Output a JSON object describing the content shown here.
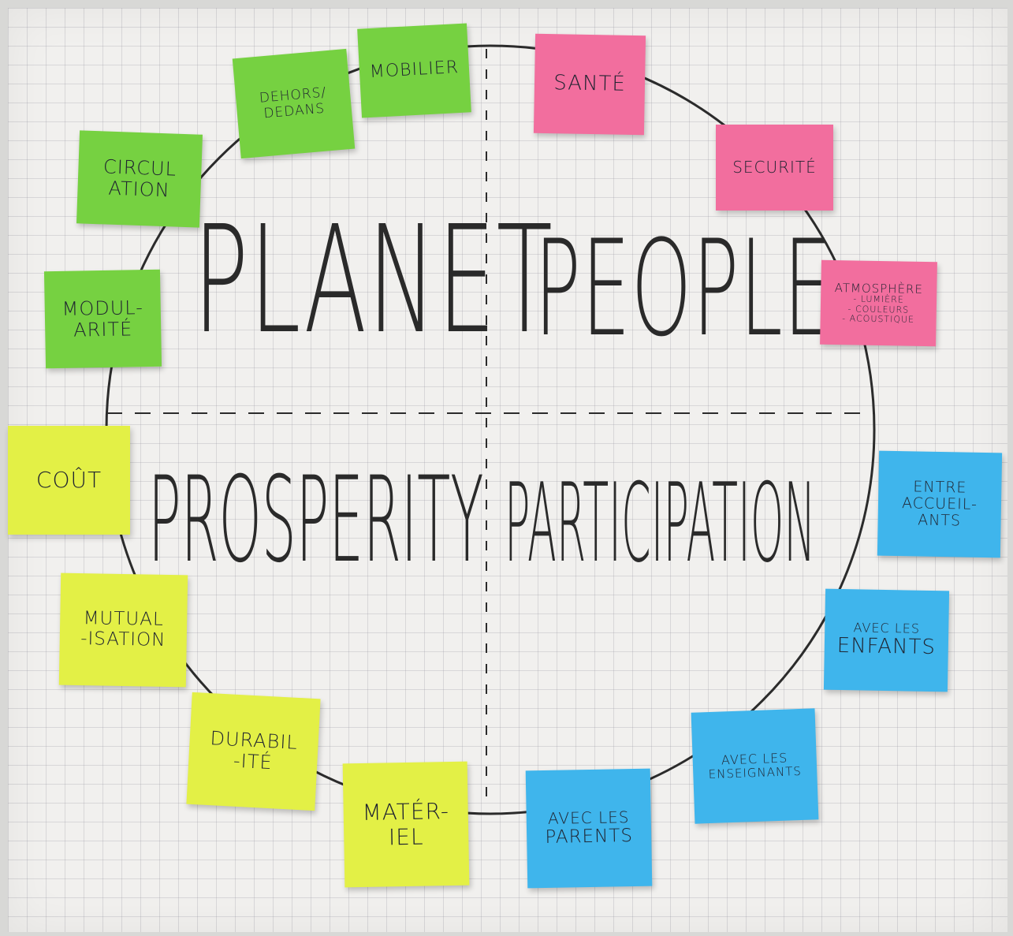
{
  "quadrants": {
    "planet": "PLANET",
    "people": "PEOPLE",
    "prosperity": "PROSPERITY",
    "participation": "PARTICIPATION"
  },
  "notes": {
    "mobilier": "MOBILIER",
    "dehors_line1": "DEHORS/",
    "dehors_line2": "DEDANS",
    "circulation_line1": "CIRCUL",
    "circulation_line2": "ATION",
    "modularite_line1": "MODUL-",
    "modularite_line2": "ARITÉ",
    "sante": "SANTÉ",
    "securite": "SECURITÉ",
    "atmosphere_title": "ATMOSPHÈRE",
    "atmosphere_item1": "- LUMIÈRE",
    "atmosphere_item2": "- COULEURS",
    "atmosphere_item3": "- ACOUSTIQUE",
    "cout": "COÛT",
    "mutualisation_line1": "MUTUAL",
    "mutualisation_line2": "-ISATION",
    "durabilite_line1": "DURABIL",
    "durabilite_line2": "-ITÉ",
    "materiel_line1": "MATÉR-",
    "materiel_line2": "IEL",
    "entre_line1": "ENTRE",
    "entre_line2": "ACCUEIL-",
    "entre_line3": "ANTS",
    "enfants_line1": "AVEC LES",
    "enfants_line2": "ENFANTS",
    "enseignants_line1": "AVEC LES",
    "enseignants_line2": "ENSEIGNANTS",
    "parents_line1": "AVEC LES",
    "parents_line2": "PARENTS"
  },
  "colors": {
    "green": "#76d141",
    "pink": "#f26e9e",
    "yellow": "#e3f046",
    "blue": "#3fb5ec",
    "ink": "#2a2a2a"
  }
}
